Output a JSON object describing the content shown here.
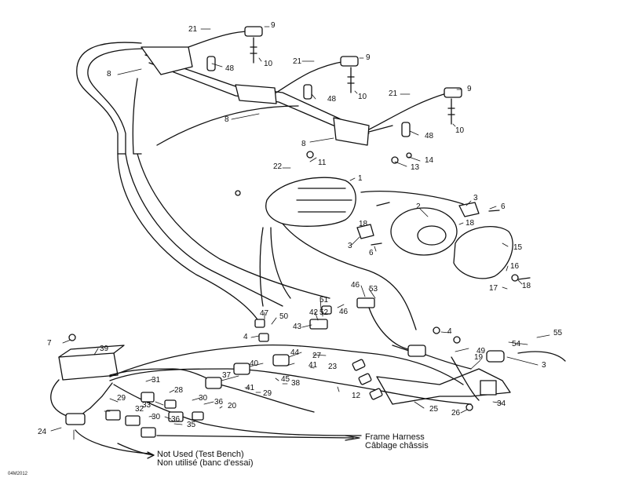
{
  "captions": {
    "frame_harness_en": "Frame Harness",
    "frame_harness_fr": "Câblage châssis",
    "not_used_en": "Not Used (Test Bench)",
    "not_used_fr": "Non utilisé (banc d'essai)"
  },
  "drawing_code": "04M2012",
  "callouts": [
    "21",
    "9",
    "10",
    "8",
    "48",
    "21",
    "9",
    "10",
    "48",
    "21",
    "9",
    "10",
    "8",
    "48",
    "8",
    "11",
    "13",
    "14",
    "22",
    "1",
    "3",
    "6",
    "2",
    "18",
    "18",
    "3",
    "6",
    "15",
    "16",
    "18",
    "17",
    "46",
    "53",
    "51",
    "52",
    "46",
    "42",
    "47",
    "50",
    "43",
    "4",
    "4",
    "55",
    "54",
    "3",
    "49",
    "19",
    "7",
    "39",
    "44",
    "40",
    "37",
    "41",
    "23",
    "27",
    "45",
    "38",
    "41",
    "29",
    "31",
    "28",
    "29",
    "33",
    "32",
    "30",
    "36",
    "20",
    "12",
    "25",
    "26",
    "34",
    "30",
    "36",
    "35",
    "24"
  ]
}
